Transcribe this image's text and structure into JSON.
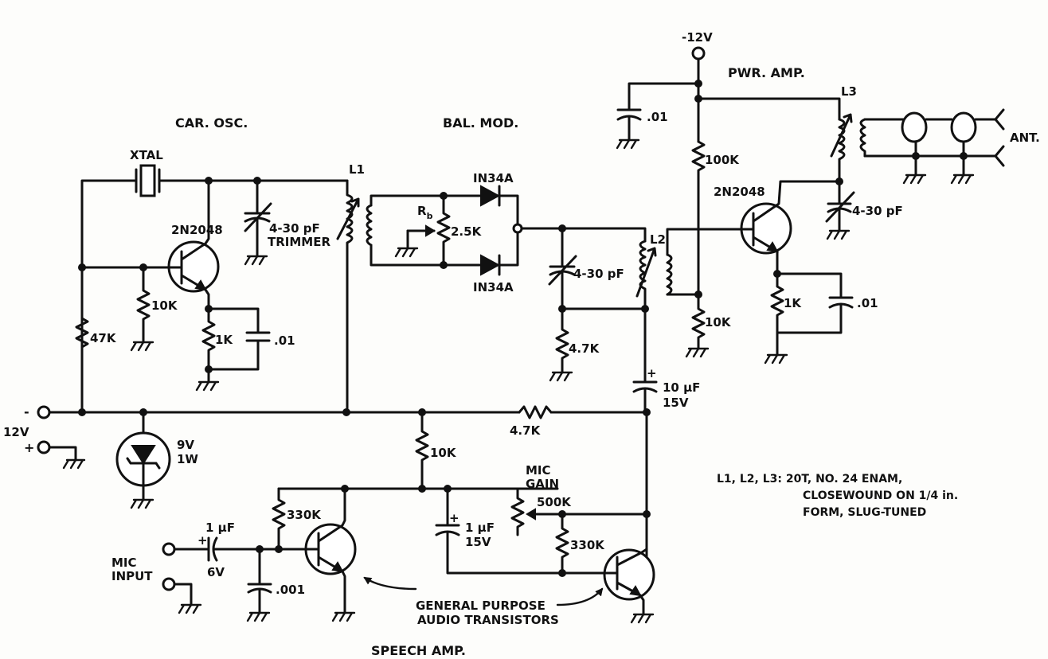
{
  "sections": {
    "carrier_oscillator": "CAR. OSC.",
    "balanced_modulator": "BAL. MOD.",
    "power_amplifier": "PWR. AMP.",
    "speech_amplifier": "SPEECH AMP."
  },
  "supply": {
    "top_voltage": "-12V",
    "minus_sign": "-",
    "plus_sign": "+",
    "voltage": "12V"
  },
  "components": {
    "crystal": "XTAL",
    "l1": "L1",
    "l2": "L2",
    "l3": "L3",
    "q1": "2N2048",
    "q2": "2N2048",
    "trimmer1_value": "4-30 pF",
    "trimmer1_name": "TRIMMER",
    "r_47k": "47K",
    "r_10k_osc": "10K",
    "r_1k_osc": "1K",
    "c_01_osc": ".01",
    "d1": "IN34A",
    "d2": "IN34A",
    "rb_name": "R",
    "rb_sub": "b",
    "rb_value": "2.5K",
    "trimmer2_value": "4-30 pF",
    "r_4_7k_mod": "4.7K",
    "c_10uf_value": "10 μF",
    "c_10uf_voltage": "15V",
    "r_4_7k_bus": "4.7K",
    "c_01_top": ".01",
    "r_100k": "100K",
    "r_10k_pa": "10K",
    "trimmer3_value": "4-30 pF",
    "r_1k_pa": "1K",
    "c_01_pa": ".01",
    "antenna": "ANT.",
    "zener_voltage": "9V",
    "zener_power": "1W",
    "r_10k_speech": "10K",
    "r_330k_1": "330K",
    "c_1uf_in_value": "1 μF",
    "c_1uf_in_voltage": "6V",
    "c_001": ".001",
    "mic_input_line1": "MIC",
    "mic_input_line2": "INPUT",
    "c_1uf_2_value": "1 μF",
    "c_1uf_2_voltage": "15V",
    "mic_gain_line1": "MIC",
    "mic_gain_line2": "GAIN",
    "mic_gain_value": "500K",
    "r_330k_2": "330K",
    "audio_transistors_line1": "GENERAL PURPOSE",
    "audio_transistors_line2": "AUDIO TRANSISTORS"
  },
  "notes": {
    "coil_line1": "L1, L2, L3: 20T, NO. 24 ENAM,",
    "coil_line2": "CLOSEWOUND ON 1/4 in.",
    "coil_line3": "FORM, SLUG-TUNED"
  },
  "colors": {
    "ink": "#111111",
    "paper": "#fdfdfb"
  }
}
